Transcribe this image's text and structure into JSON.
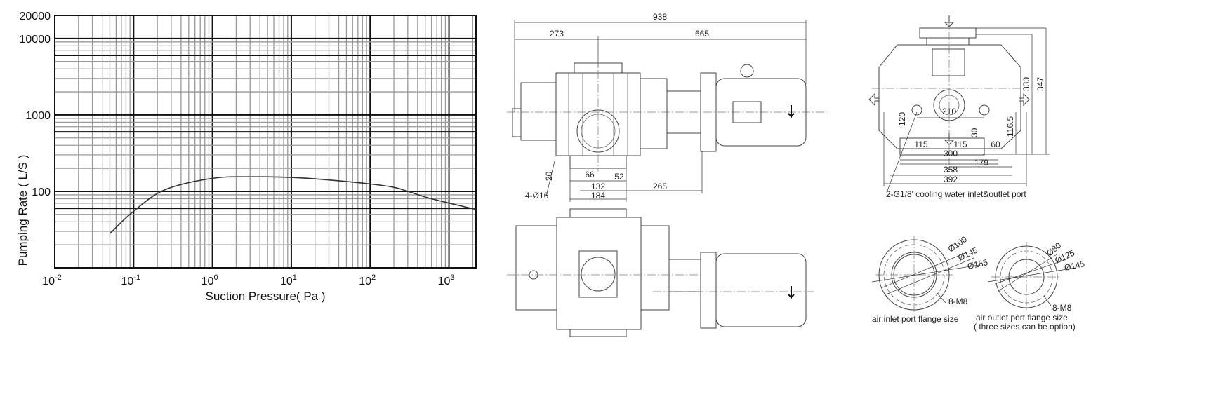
{
  "chart_data": {
    "type": "line",
    "title": "",
    "xlabel": "Suction Pressure( Pa )",
    "ylabel": "Pumping Rate ( L/S )",
    "xscale": "log",
    "yscale": "log",
    "xlim": [
      0.01,
      2200
    ],
    "ylim": [
      10,
      20000
    ],
    "grid": true,
    "x_ticks": [
      {
        "base": "10",
        "exp": "-2"
      },
      {
        "base": "10",
        "exp": "-1"
      },
      {
        "base": "10",
        "exp": "0"
      },
      {
        "base": "10",
        "exp": "1"
      },
      {
        "base": "10",
        "exp": "2"
      },
      {
        "base": "10",
        "exp": "3"
      }
    ],
    "y_ticks": [
      "20000",
      "10000",
      "1000",
      "100"
    ],
    "series": [
      {
        "name": "pumping rate",
        "x": [
          0.05,
          0.1,
          0.25,
          1,
          3,
          10,
          30,
          100,
          200,
          300,
          600,
          2200
        ],
        "y": [
          28,
          55,
          105,
          148,
          155,
          152,
          141,
          125,
          113,
          100,
          80,
          58
        ]
      }
    ]
  },
  "drawing": {
    "side_view": {
      "overall_length": "938",
      "left_length": "273",
      "right_length": "665",
      "foot_height": "20",
      "foot_inner": "66",
      "foot_span": "132",
      "foot_offset": "52",
      "motor_offset": "265",
      "base_width": "184",
      "holes": "4-Ø16"
    },
    "end_view": {
      "height_outlet": "330",
      "height_total": "347",
      "port_height": "120",
      "port_spacing": "210",
      "centre_height": "116.5",
      "foot_thickness": "30",
      "half_left": "115",
      "half_right": "115",
      "edge": "60",
      "foot_span": "300",
      "offset": "179",
      "width_inner": "358",
      "width_total": "392",
      "cooling_note": "2-G1/8' cooling water inlet&outlet port"
    },
    "inlet_flange": {
      "d1": "Ø100",
      "d2": "Ø145",
      "d3": "Ø165",
      "bolts": "8-M8",
      "caption": "air inlet port flange size"
    },
    "outlet_flange": {
      "d1": "Ø80",
      "d2": "Ø125",
      "d3": "Ø145",
      "bolts": "8-M8",
      "caption": "air outlet port flange size",
      "caption2": "( three sizes can be option)"
    }
  }
}
